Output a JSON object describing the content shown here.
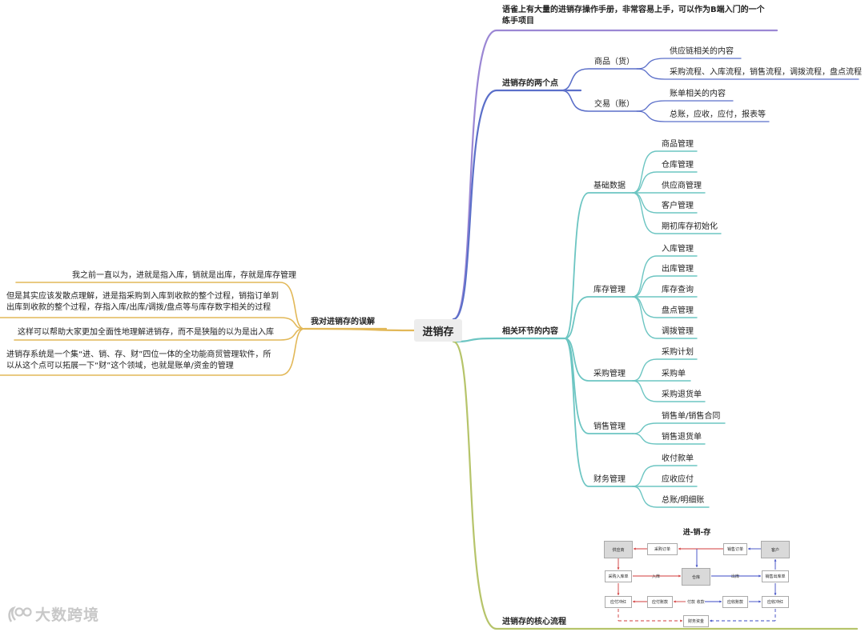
{
  "root": "进销存",
  "branches": {
    "intro": "语雀上有大量的进销存操作手册，非常容易上手，可以作为B端入门的一个练手项目",
    "two_points": {
      "label": "进销存的两个点",
      "goods": {
        "label": "商品（货）",
        "items": [
          "供应链相关的内容",
          "采购流程、入库流程，销售流程，调拨流程，盘点流程"
        ]
      },
      "trade": {
        "label": "交易（账）",
        "items": [
          "账单相关的内容",
          "总账，应收，应付，报表等"
        ]
      }
    },
    "related": {
      "label": "相关环节的内容",
      "groups": [
        {
          "label": "基础数据",
          "items": [
            "商品管理",
            "仓库管理",
            "供应商管理",
            "客户管理",
            "期初库存初始化"
          ]
        },
        {
          "label": "库存管理",
          "items": [
            "入库管理",
            "出库管理",
            "库存查询",
            "盘点管理",
            "调拨管理"
          ]
        },
        {
          "label": "采购管理",
          "items": [
            "采购计划",
            "采购单",
            "采购退货单"
          ]
        },
        {
          "label": "销售管理",
          "items": [
            "销售单/销售合同",
            "销售退货单"
          ]
        },
        {
          "label": "财务管理",
          "items": [
            "收付款单",
            "应收应付",
            "总账/明细账"
          ]
        }
      ]
    },
    "core_flow": {
      "label": "进销存的核心流程",
      "diagram": {
        "title": "进-销-存",
        "boxes": {
          "supplier": "供应商",
          "purchase_order": "采购订单",
          "sales_order": "销售订单",
          "customer": "客户",
          "purchase_in": "采购入库单",
          "warehouse": "仓库",
          "sales_out": "销售出库单",
          "payable": "应付冲红",
          "pay_bill": "应付账款",
          "receive_bill": "应收账款",
          "receivable": "应收冲红",
          "fund": "财务资金"
        },
        "labels": {
          "in": "入库",
          "out": "出库",
          "pay_receive": "付款 收款"
        }
      }
    },
    "misunderstanding": {
      "label": "我对进销存的误解",
      "items": [
        "我之前一直以为，进就是指入库，销就是出库，存就是库存管理",
        "但是其实应该发散点理解，进是指采购到入库到收款的整个过程，销指订单到出库到收款的整个过程，存指入库/出库/调拨/盘点等与库存数字相关的过程",
        "这样可以帮助大家更加全面性地理解进销存，而不是狭隘的以为是出入库",
        "进销存系统是一个集“进、销、存、财”四位一体的全功能商贸管理软件，所以从这个点可以拓展一下“财”这个领域，也就是账单/资金的管理"
      ]
    }
  },
  "watermark": "大数跨境",
  "colors": {
    "purple": "#9b87d4",
    "blue": "#5b6fc9",
    "teal": "#6cc5c2",
    "olive": "#b6c46a",
    "gold": "#e2b858",
    "flow_red": "#d23b3b",
    "flow_blue": "#3a49c4"
  }
}
